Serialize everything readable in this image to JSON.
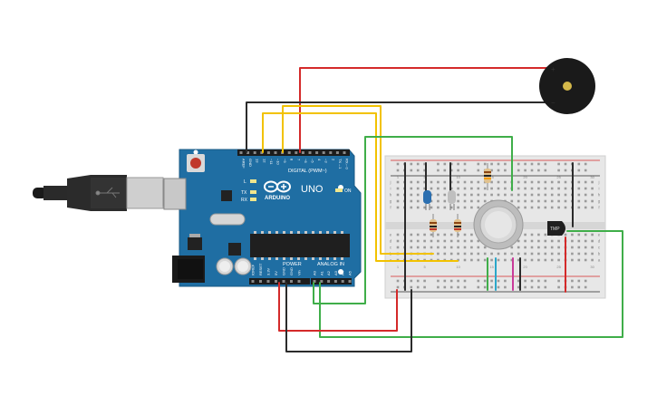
{
  "arduino": {
    "logo": "ARDUINO",
    "model": "UNO",
    "digital_label": "DIGITAL (PWM~)",
    "power_label": "POWER",
    "analog_label": "ANALOG IN",
    "led_on_label": "ON",
    "led_l_label": "L",
    "led_tx_label": "TX",
    "led_rx_label": "RX",
    "digital_pins": [
      "AREF",
      "GND",
      "13",
      "12",
      "~11",
      "~10",
      "~9",
      "8",
      "7",
      "~6",
      "~5",
      "4",
      "~3",
      "2",
      "TX→1",
      "RX←0"
    ],
    "power_pins": [
      "IOREF",
      "RESET",
      "3.3V",
      "5V",
      "GND",
      "GND",
      "Vin"
    ],
    "analog_pins": [
      "A0",
      "A1",
      "A2",
      "A3",
      "A4",
      "A5"
    ]
  },
  "breadboard": {
    "col_numbers": [
      "1",
      "5",
      "10",
      "15",
      "20",
      "25",
      "30"
    ],
    "row_letters_top": [
      "j",
      "i",
      "h",
      "g",
      "f"
    ],
    "row_letters_bottom": [
      "e",
      "d",
      "c",
      "b",
      "a"
    ]
  },
  "components": {
    "temp_sensor_label": "TMP"
  },
  "colors": {
    "board": "#1f6ea3",
    "wire_red": "#d42a2a",
    "wire_black": "#2b2b2b",
    "wire_yellow": "#f2c200",
    "wire_green": "#3fae49",
    "wire_blue": "#2aa7c9",
    "wire_purple": "#c93b9a",
    "led_blue": "#2b6fb0",
    "led_white": "#bfbfbf"
  }
}
